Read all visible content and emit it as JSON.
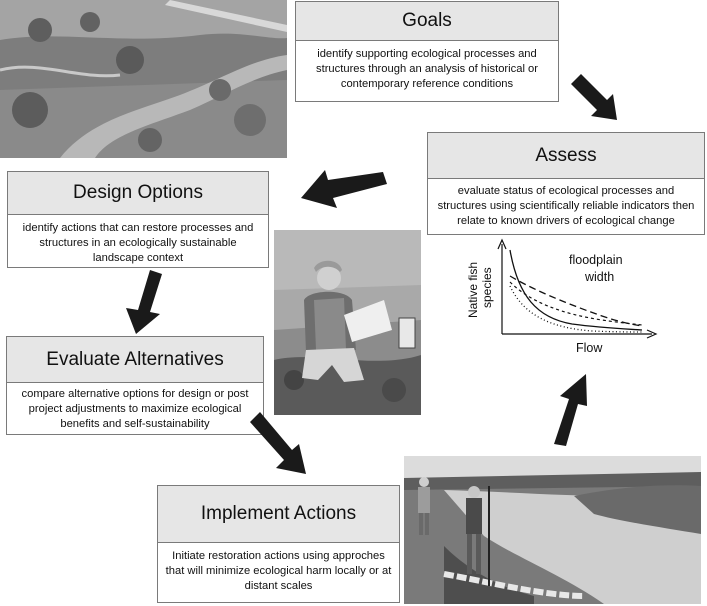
{
  "steps": {
    "goals": {
      "title": "Goals",
      "text": "identify supporting ecological processes and structures through an analysis of historical or contemporary reference conditions"
    },
    "assess": {
      "title": "Assess",
      "text": "evaluate status of ecological processes and structures using scientifically reliable indicators then relate to known drivers of ecological change"
    },
    "design": {
      "title": "Design Options",
      "text": "identify actions that can restore processes and structures in an ecologically sustainable landscape context"
    },
    "evaluate": {
      "title": "Evaluate Alternatives",
      "text": "compare alternative options for design or post project adjustments to maximize ecological benefits and self-sustainability"
    },
    "implement": {
      "title": "Implement Actions",
      "text": "Initiate restoration actions using approches that will minimize ecological harm locally or at distant scales"
    }
  },
  "inset_chart": {
    "ylabel_line1": "Native fish",
    "ylabel_line2": "species",
    "xlabel": "Flow",
    "annotation_line1": "floodplain",
    "annotation_line2": "width"
  },
  "photos": {
    "landscape": "aerial-river-landscape-photo",
    "researcher": "researcher-with-clipboard-photo",
    "restoration": "restored-channel-site-photo"
  },
  "colors": {
    "header_fill": "#e6e6e6",
    "border": "#7a7a7a",
    "arrow": "#1a1a1a"
  }
}
